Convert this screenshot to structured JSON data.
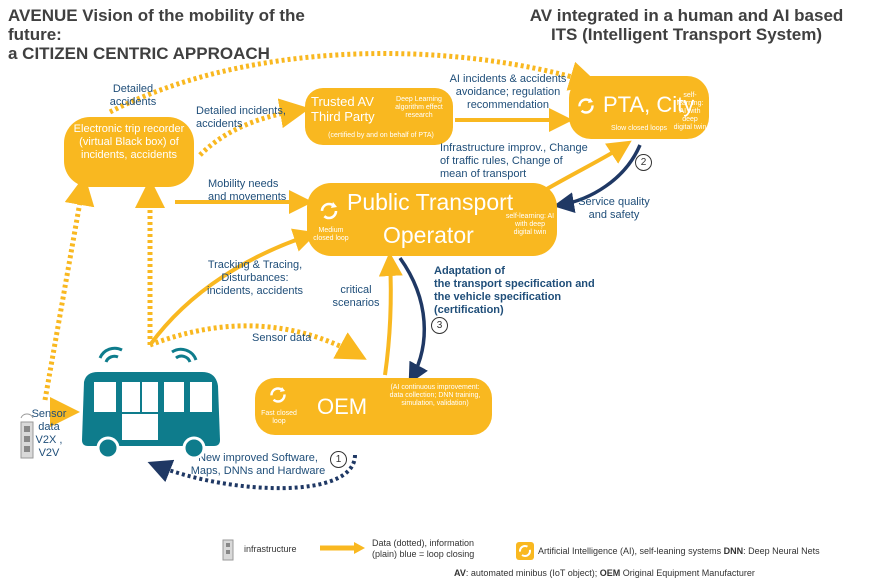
{
  "titles": {
    "left": "AVENUE Vision of the mobility of the future:\na CITIZEN CENTRIC APPROACH",
    "right": "AV integrated in a human and AI based\nITS (Intelligent Transport System)"
  },
  "nodes": {
    "etr": "Electronic trip recorder (virtual Black box) of incidents, accidents",
    "trusted_title": "Trusted AV\nThird Party",
    "trusted_dl": "Deep Learning algorithm effect research",
    "trusted_cert": "(certified by and on behalf of PTA)",
    "pta_title": "PTA, City",
    "pta_self": "self-learning: AI with deep digital twin",
    "pta_slow": "Slow closed loops",
    "pto_title_1": "Public Transport",
    "pto_title_2": "Operator",
    "pto_medium": "Medium closed loop",
    "pto_self": "self-learning: AI with deep digital twin",
    "oem_title": "OEM",
    "oem_fast": "Fast closed loop",
    "oem_ai": "(AI continuous improvement: data collection; DNN training, simulation, validation)"
  },
  "labels": {
    "detailed_accidents": "Detailed\naccidents",
    "detailed_incidents": "Detailed incidents,\naccidents",
    "ai_incidents": "AI incidents & accidents\navoidance; regulation\nrecommendation",
    "infra_improv": "Infrastructure improv., Change\nof traffic rules, Change of\nmean of transport",
    "mobility_needs": "Mobility needs\nand movements",
    "service_quality": "Service quality\nand safety",
    "tracking": "Tracking & Tracing,\nDisturbances:\nincidents, accidents",
    "critical": "critical\nscenarios",
    "adaptation": "Adaptation of\nthe transport specification and\nthe vehicle specification\n(certification)",
    "sensor_data": "Sensor data",
    "sensor_v2x": "Sensor\ndata\nV2X ,\nV2V",
    "new_improved": "New improved Software,\nMaps, DNNs and Hardware"
  },
  "loop_numbers": {
    "one": "1",
    "two": "2",
    "three": "3"
  },
  "legend": {
    "infrastructure": "infrastructure",
    "data_info": "Data (dotted), information\n(plain) blue = loop closing",
    "ai_prefix": "Artificial Intelligence (AI), self-leaning systems ",
    "dnn_key": "DNN",
    "dnn_def": ": Deep Neural Nets",
    "av_key": "AV",
    "av_def": ": automated minibus (IoT object); ",
    "oem_key": "OEM",
    "oem_def": " Original Equipment Manufacturer"
  },
  "colors": {
    "yellow": "#f9b820",
    "navy": "#1f3864",
    "teal": "#0e7c8c",
    "label_blue": "#1f4e79"
  },
  "icons": [
    "refresh-icon",
    "minibus-icon",
    "antenna-icon",
    "tower-icon",
    "arrow-right-icon"
  ]
}
